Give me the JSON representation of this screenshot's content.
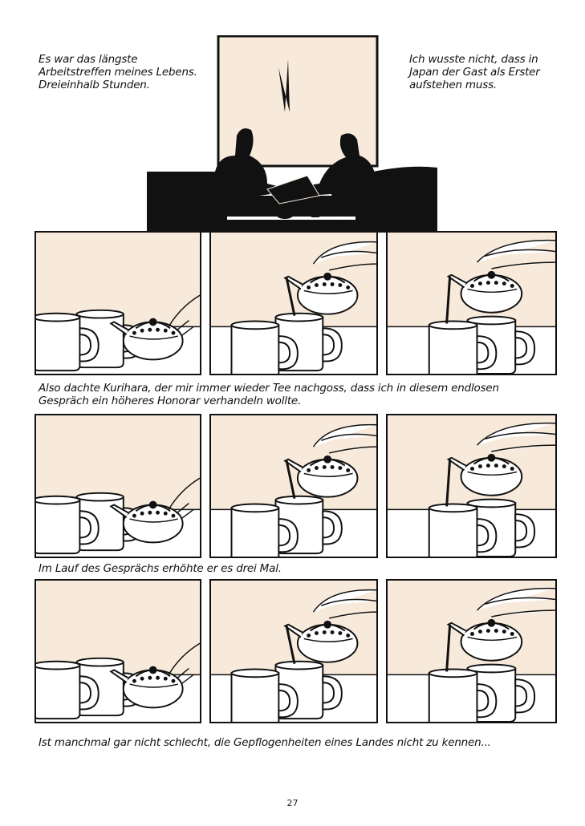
{
  "captions": {
    "top_left": "Es war das längste\nArbeitstreffen meines Lebens.\nDreieinhalb Stunden.",
    "top_right": "Ich wusste nicht, dass in\nJapan der Gast als Erster\naufstehen muss.",
    "row1": "Also dachte Kurihara, der mir immer wieder Tee nachgoss, dass ich in diesem endlosen\nGespräch ein höheres Honorar verhandeln wollte.",
    "row2": "Im Lauf des Gesprächs erhöhte er es drei Mal.",
    "row3": "Ist manchmal gar nicht schlecht, die Gepflogenheiten eines Landes nicht zu kennen..."
  },
  "page_number": "27",
  "colors": {
    "cream": "#f7eadb",
    "ink": "#111111"
  }
}
